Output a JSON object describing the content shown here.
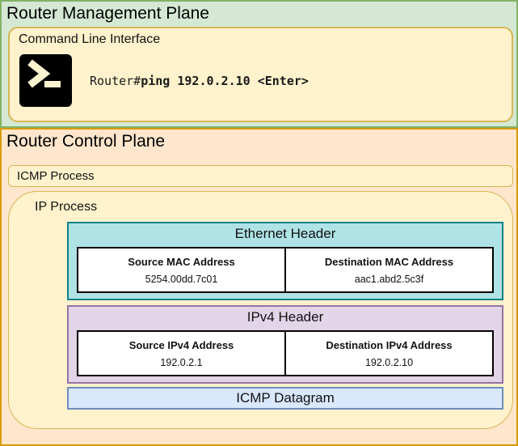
{
  "management_plane": {
    "title": "Router Management Plane",
    "cli": {
      "title": "Command Line Interface",
      "prompt_prefix": "Router#",
      "command": "ping 192.0.2.10 <Enter>"
    }
  },
  "control_plane": {
    "title": "Router Control Plane",
    "icmp_process": {
      "label": "ICMP Process"
    },
    "ip_process": {
      "label": "IP Process",
      "ethernet_header": {
        "title": "Ethernet Header",
        "fields": [
          {
            "label": "Source MAC Address",
            "value": "5254.00dd.7c01"
          },
          {
            "label": "Destination MAC Address",
            "value": "aac1.abd2.5c3f"
          }
        ]
      },
      "ipv4_header": {
        "title": "IPv4 Header",
        "fields": [
          {
            "label": "Source IPv4 Address",
            "value": "192.0.2.1"
          },
          {
            "label": "Destination IPv4 Address",
            "value": "192.0.2.10"
          }
        ]
      },
      "icmp_datagram": {
        "title": "ICMP Datagram"
      }
    }
  },
  "icons": {
    "terminal": "terminal-icon"
  },
  "colors": {
    "management_fill": "#d5e8d4",
    "management_stroke": "#82b366",
    "cli_fill": "#fff2cc",
    "cli_stroke": "#d6b656",
    "control_fill": "#ffe6cc",
    "control_stroke": "#d79b00",
    "process_fill": "#fff2cc",
    "process_stroke": "#d6b656",
    "ethernet_fill": "#b0e3e6",
    "ethernet_stroke": "#0e8088",
    "ipv4_fill": "#e1d5e7",
    "ipv4_stroke": "#9673a6",
    "icmp_datagram_fill": "#dae8fc",
    "icmp_datagram_stroke": "#6c8ebf",
    "terminal_icon_bg": "#000000",
    "terminal_icon_glyph": "#fdf3d0"
  }
}
